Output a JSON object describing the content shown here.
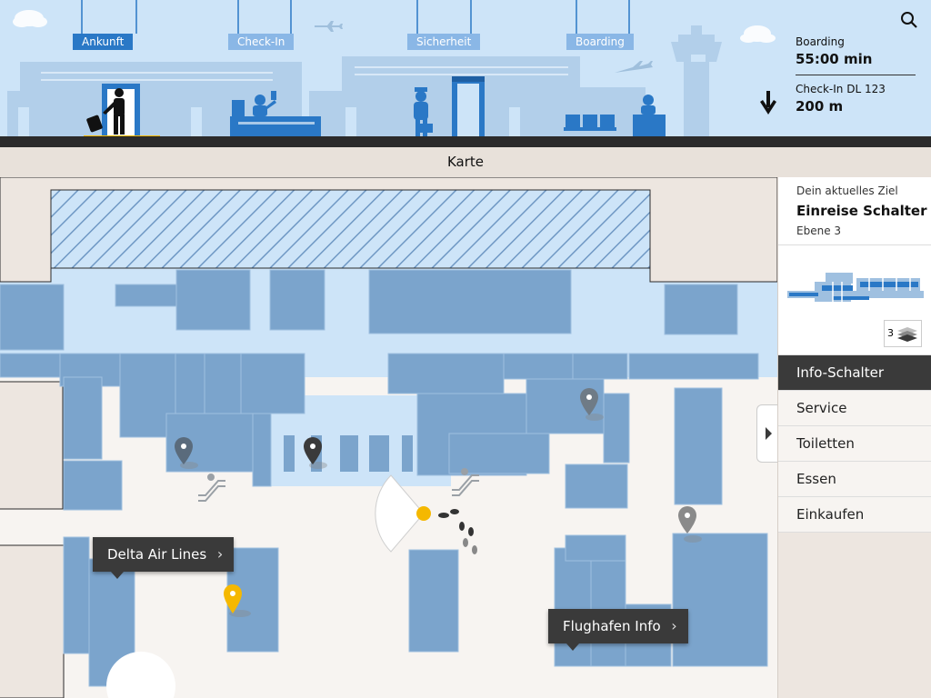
{
  "header": {
    "stages": [
      {
        "label": "Ankunft",
        "active": true
      },
      {
        "label": "Check-In",
        "active": false
      },
      {
        "label": "Sicherheit",
        "active": false
      },
      {
        "label": "Boarding",
        "active": false
      }
    ],
    "info": {
      "boarding_label": "Boarding",
      "boarding_time": "55:00 min",
      "checkin_label": "Check-In DL 123",
      "checkin_distance": "200 m"
    }
  },
  "titlebar": {
    "title": "Karte"
  },
  "map": {
    "callouts": {
      "delta": "Delta Air Lines",
      "info": "Flughafen Info"
    }
  },
  "panel": {
    "destination": {
      "label": "Dein aktuelles Ziel",
      "name": "Einreise Schalter",
      "level": "Ebene 3"
    },
    "level_number": "3",
    "menu": [
      {
        "label": "Info-Schalter",
        "active": true
      },
      {
        "label": "Service",
        "active": false
      },
      {
        "label": "Toiletten",
        "active": false
      },
      {
        "label": "Essen",
        "active": false
      },
      {
        "label": "Einkaufen",
        "active": false
      }
    ]
  },
  "colors": {
    "sky": "#cde4f8",
    "accent_blue": "#2a78c6",
    "room_blue": "#7ba4cc",
    "highlight_yellow": "#f5b800",
    "dark": "#3a3a3a"
  }
}
